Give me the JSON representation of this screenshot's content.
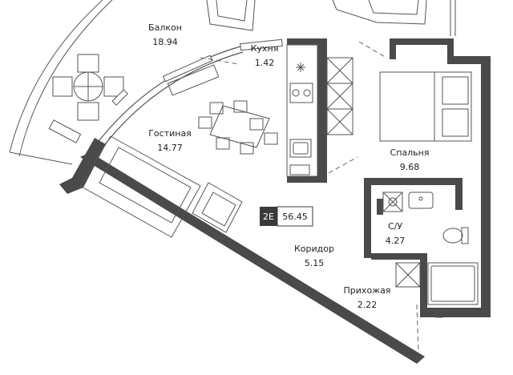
{
  "rooms": {
    "balcony": {
      "name": "Балкон",
      "area": "18.94"
    },
    "kitchen": {
      "name": "Кухня",
      "area": "1.42"
    },
    "living": {
      "name": "Гостиная",
      "area": "14.77"
    },
    "bedroom": {
      "name": "Спальня",
      "area": "9.68"
    },
    "bathroom": {
      "name": "С/У",
      "area": "4.27"
    },
    "corridor": {
      "name": "Коридор",
      "area": "5.15"
    },
    "hallway": {
      "name": "Прихожая",
      "area": "2.22"
    }
  },
  "apartment": {
    "type": "2E",
    "total_area": "56.45"
  },
  "colors": {
    "wall": "#4a4a4a",
    "line": "#555555",
    "badge_bg": "#3a3a3a",
    "badge_text": "#ffffff"
  }
}
